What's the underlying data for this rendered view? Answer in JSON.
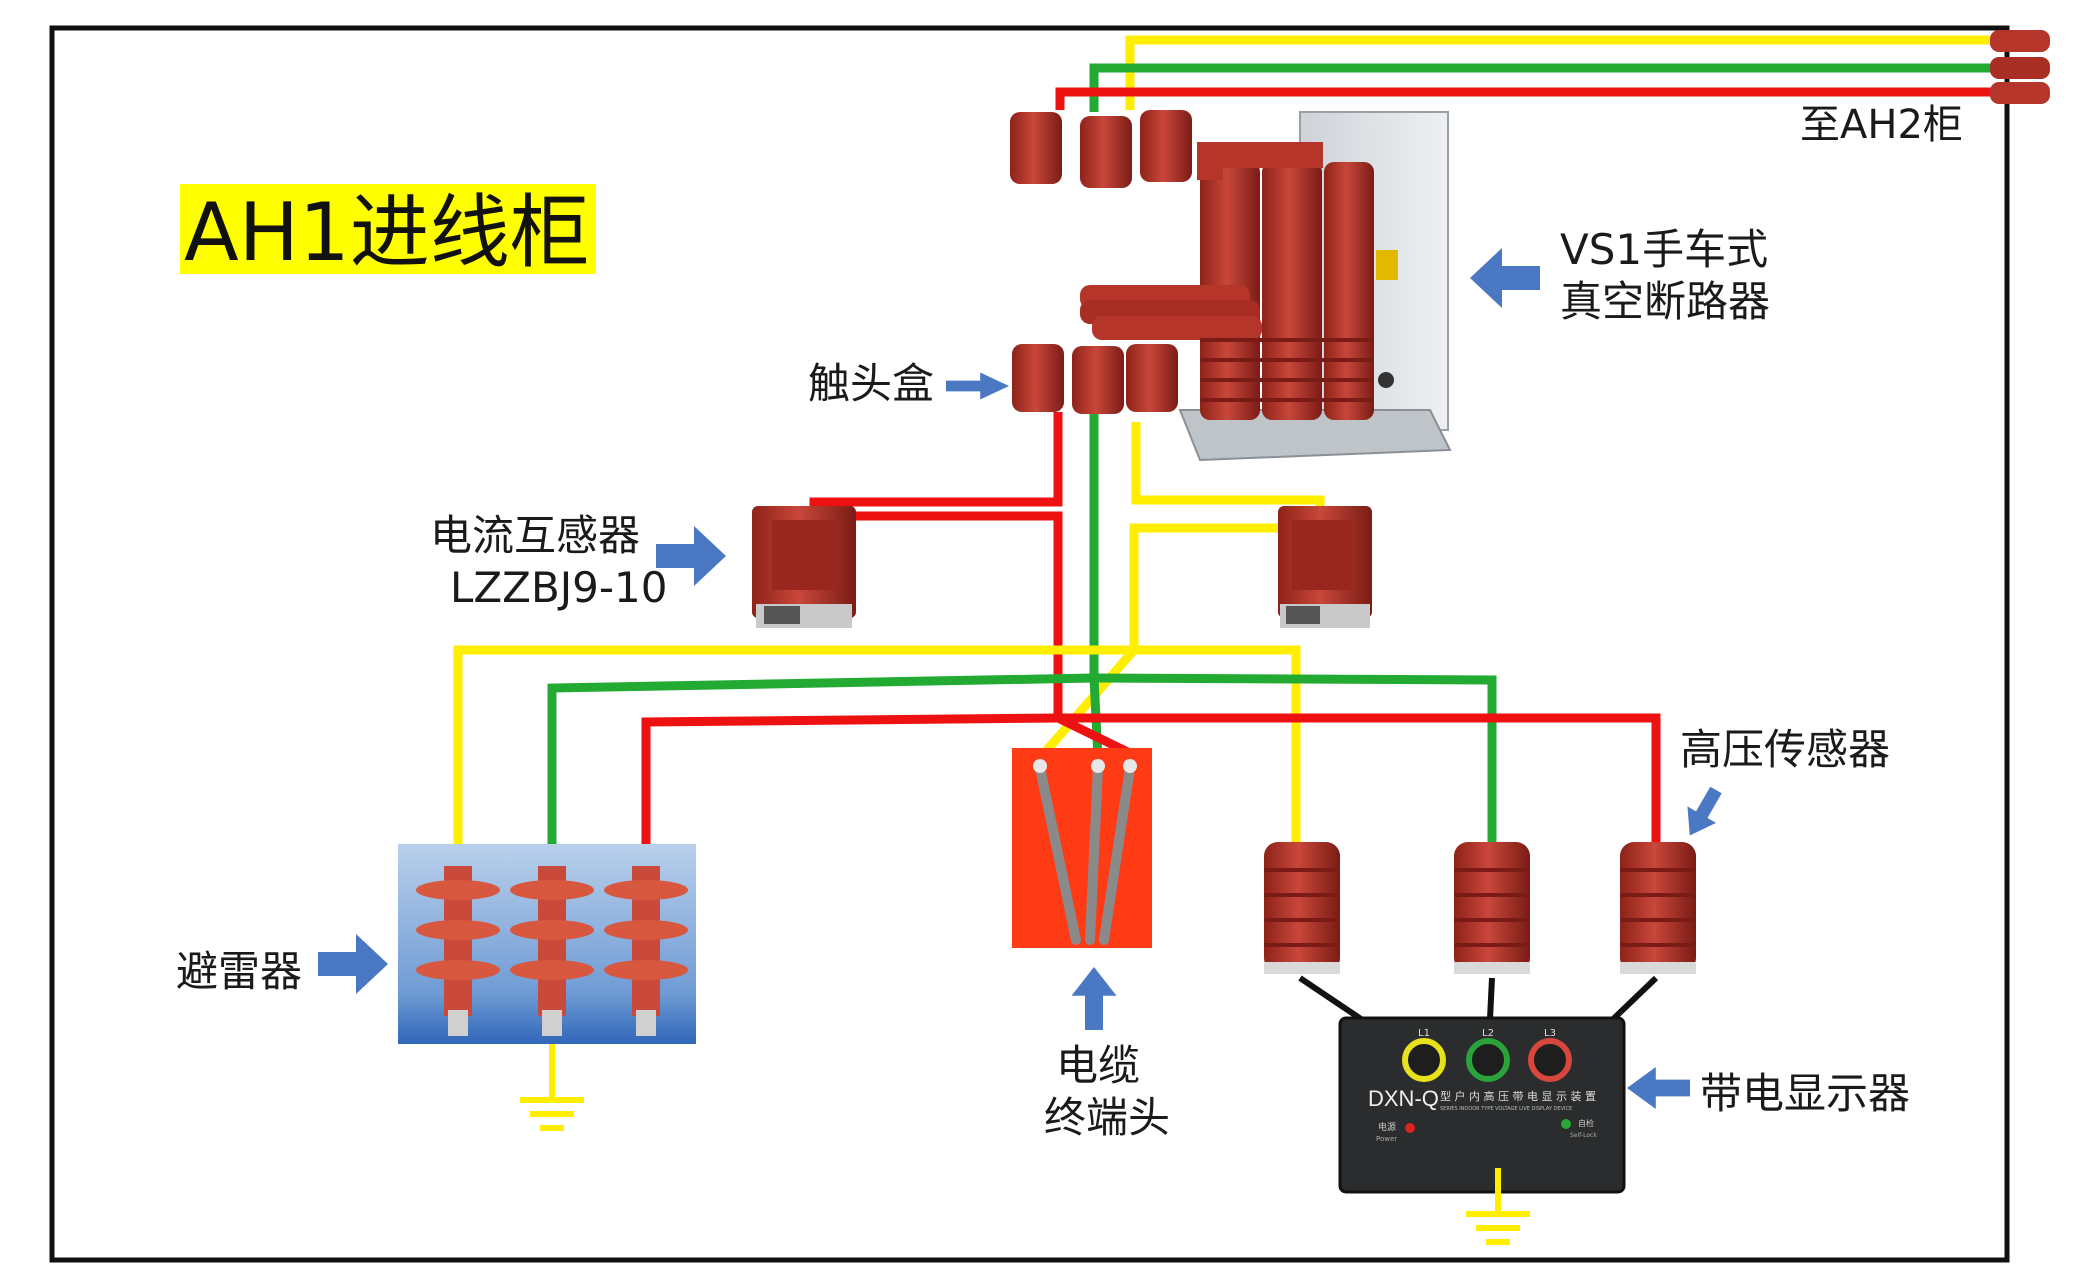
{
  "title": "AH1进线柜",
  "labels": {
    "to_ah2": "至AH2柜",
    "breaker_line1": "VS1手车式",
    "breaker_line2": "真空断路器",
    "contact_box": "触头盒",
    "ct_line1": "电流互感器",
    "ct_line2": "LZZBJ9-10",
    "arrester": "避雷器",
    "cable_line1": "电缆",
    "cable_line2": "终端头",
    "hv_sensor": "高压传感器",
    "indicator": "带电显示器"
  },
  "indicator_panel": {
    "model": "DXN-Q",
    "model_desc": "型 户 内 高 压 带 电 显 示 装 置",
    "sub_desc": "SERIES INDOOR TYPE VOLTAGE LIVE DISPLAY DEVICE",
    "phase_labels": [
      "L1",
      "L2",
      "L3"
    ],
    "power_label": "电源",
    "power_sub": "Power",
    "selftest_label": "自检",
    "selftest_sub": "Self-Lock"
  },
  "colors": {
    "phase_yellow": "#ffee00",
    "phase_green": "#22aa33",
    "phase_red": "#ee1111",
    "arrow_blue": "#4a78c2",
    "title_highlight": "#ffff00",
    "porcelain": "#b5352a",
    "cable_box": "#ff3b16"
  },
  "icons": [
    "ground-symbol",
    "blue-arrow"
  ]
}
